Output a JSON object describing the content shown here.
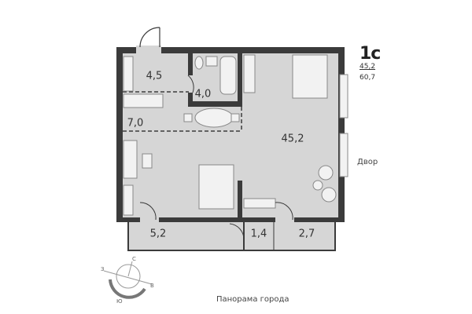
{
  "apartment": {
    "type": "1с",
    "living_area": "45,2",
    "total_area": "60,7"
  },
  "rooms": [
    {
      "id": "hall",
      "area": "4,5"
    },
    {
      "id": "bathroom",
      "area": "4,0"
    },
    {
      "id": "kitchen",
      "area": "7,0"
    },
    {
      "id": "living",
      "area": "45,2"
    },
    {
      "id": "balcony-left",
      "area": "5,2"
    },
    {
      "id": "balcony-mid",
      "area": "1,4"
    },
    {
      "id": "balcony-right",
      "area": "2,7"
    }
  ],
  "orientation": {
    "side_label": "Двор",
    "bottom_label": "Панорама города",
    "compass": [
      "С",
      "З",
      "В",
      "Ю"
    ]
  },
  "colors": {
    "wall": "#3b3b3b",
    "floor": "#d6d6d6",
    "furniture": "#f2f2f2"
  }
}
